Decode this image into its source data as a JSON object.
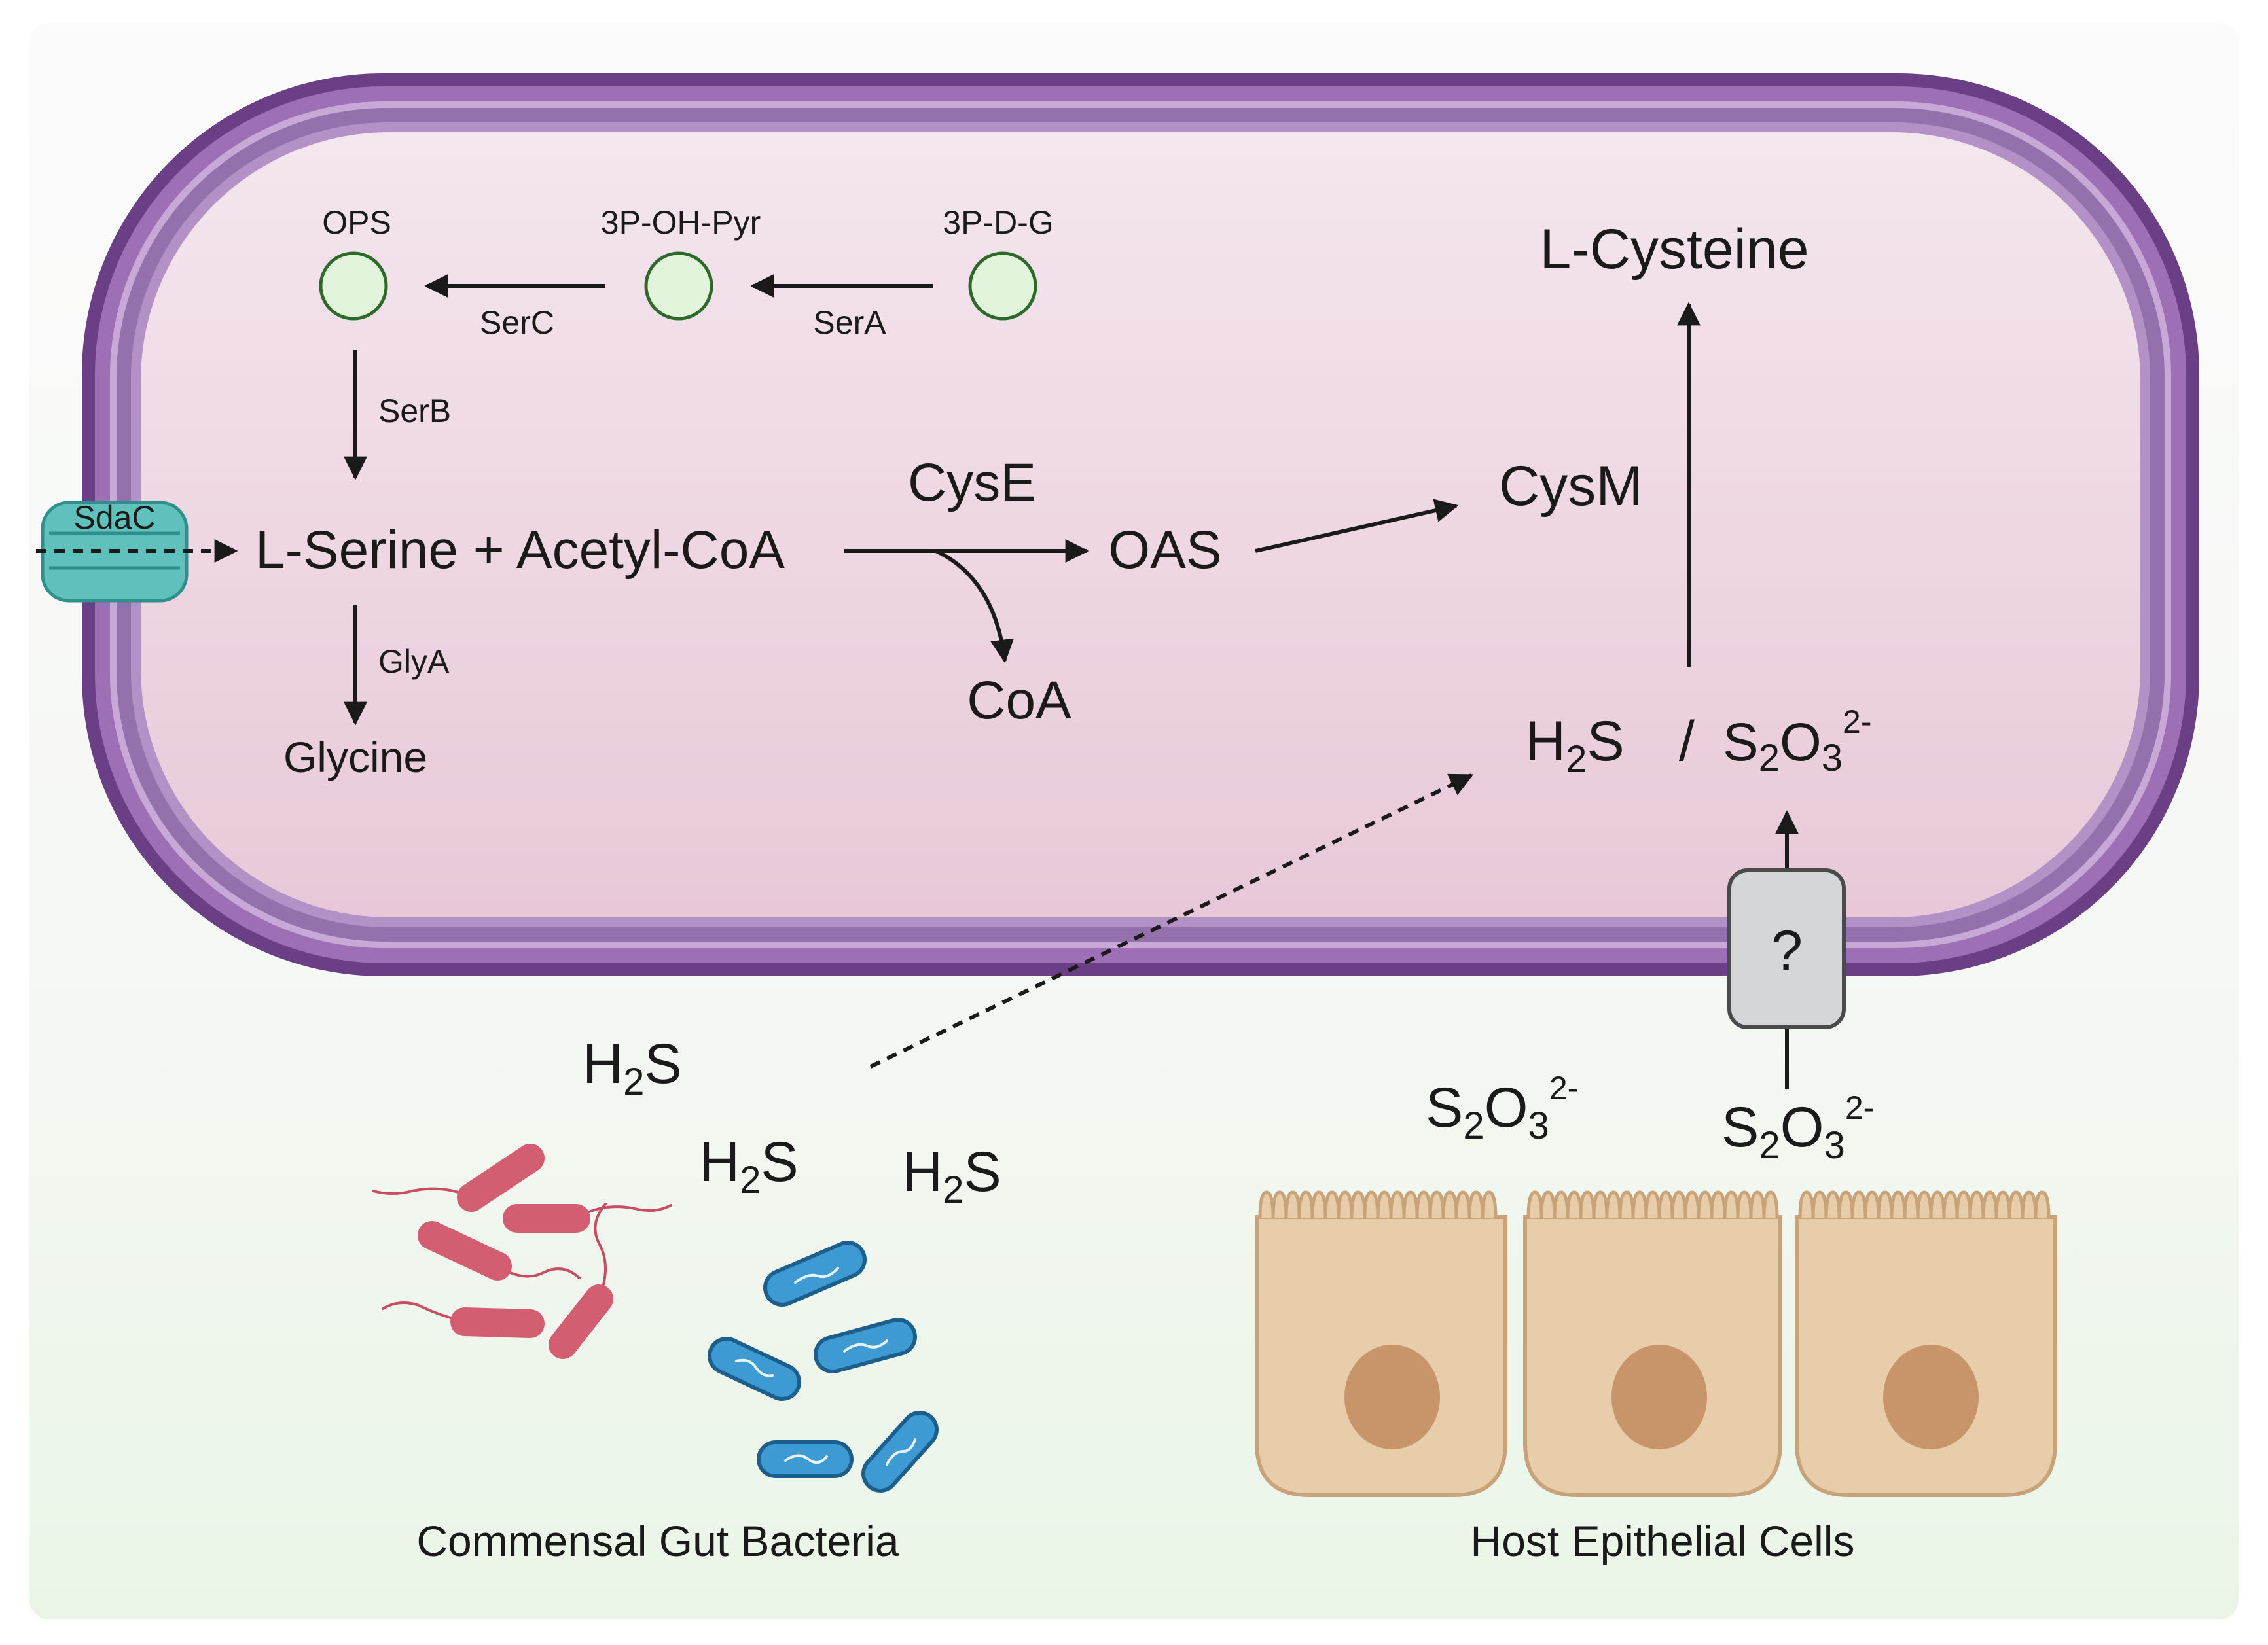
{
  "colors": {
    "page_background": "#f9f9f9",
    "bottom_background": "#eef6ec",
    "cell_outer_membrane": "#6b3f86",
    "cell_inner_membrane": "#a77cbc",
    "cytoplasm": "#f0dbe6",
    "precursor_circle": "#e3f4dc",
    "precursor_circle_stroke": "#2d6a2a",
    "transporter": "#5fc0bc",
    "transporter_stroke": "#2f8f8a",
    "unknown_transporter": "#d4d6d8",
    "red_bacteria": "#d45e71",
    "blue_bacteria": "#3e9ad2",
    "epithelial_cell": "#e7cda9",
    "epithelial_cell_stroke": "#c8a37a",
    "nucleus": "#c8956b"
  },
  "icons": [
    "transporter-icon",
    "unknown-transporter-icon",
    "bacteria-icon",
    "epithelial-cell-icon",
    "nucleus-icon"
  ],
  "pathway": {
    "ops": "OPS",
    "p_oh_pyr": "3P-OH-Pyr",
    "pdg": "3P-D-G",
    "serc": "SerC",
    "sera": "SerA",
    "serb": "SerB",
    "glya": "GlyA",
    "sdac": "SdaC",
    "l_serine_acetyl_coa": "L-Serine + Acetyl-CoA",
    "glycine": "Glycine",
    "cyse": "CysE",
    "oas": "OAS",
    "coa": "CoA",
    "cysm": "CysM",
    "l_cysteine": "L-Cysteine",
    "unknown_transporter": "?"
  },
  "chem": {
    "h": "H",
    "s": "S",
    "o": "O",
    "two": "2",
    "three": "3",
    "charge": "2-",
    "slash": "/"
  },
  "labels": {
    "commensal": "Commensal Gut Bacteria",
    "host": "Host Epithelial Cells"
  }
}
